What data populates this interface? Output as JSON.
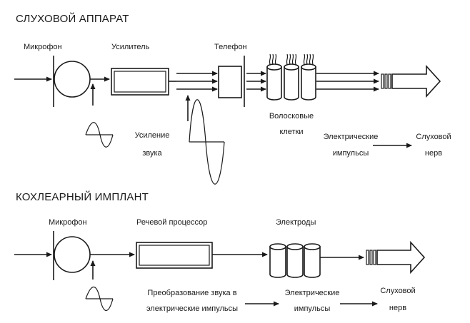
{
  "hearing_aid": {
    "title": "СЛУХОВОЙ АППАРАТ",
    "microphone": "Микрофон",
    "amplifier": "Усилитель",
    "telephone": "Телефон",
    "amplification_line1": "Усиление",
    "amplification_line2": "звука",
    "hair_cells_line1": "Волосковые",
    "hair_cells_line2": "клетки",
    "electric_line1": "Электрические",
    "electric_line2": "импульсы",
    "nerve_line1": "Слуховой",
    "nerve_line2": "нерв"
  },
  "cochlear_implant": {
    "title": "КОХЛЕАРНЫЙ ИМПЛАНТ",
    "microphone": "Микрофон",
    "processor": "Речевой процессор",
    "electrodes": "Электроды",
    "conversion_line1": "Преобразование звука в",
    "conversion_line2": "электрические импульсы",
    "electric_line1": "Электрические",
    "electric_line2": "импульсы",
    "nerve_line1": "Слуховой",
    "nerve_line2": "нерв"
  },
  "colors": {
    "ink": "#1a1a1a",
    "background": "#ffffff"
  }
}
